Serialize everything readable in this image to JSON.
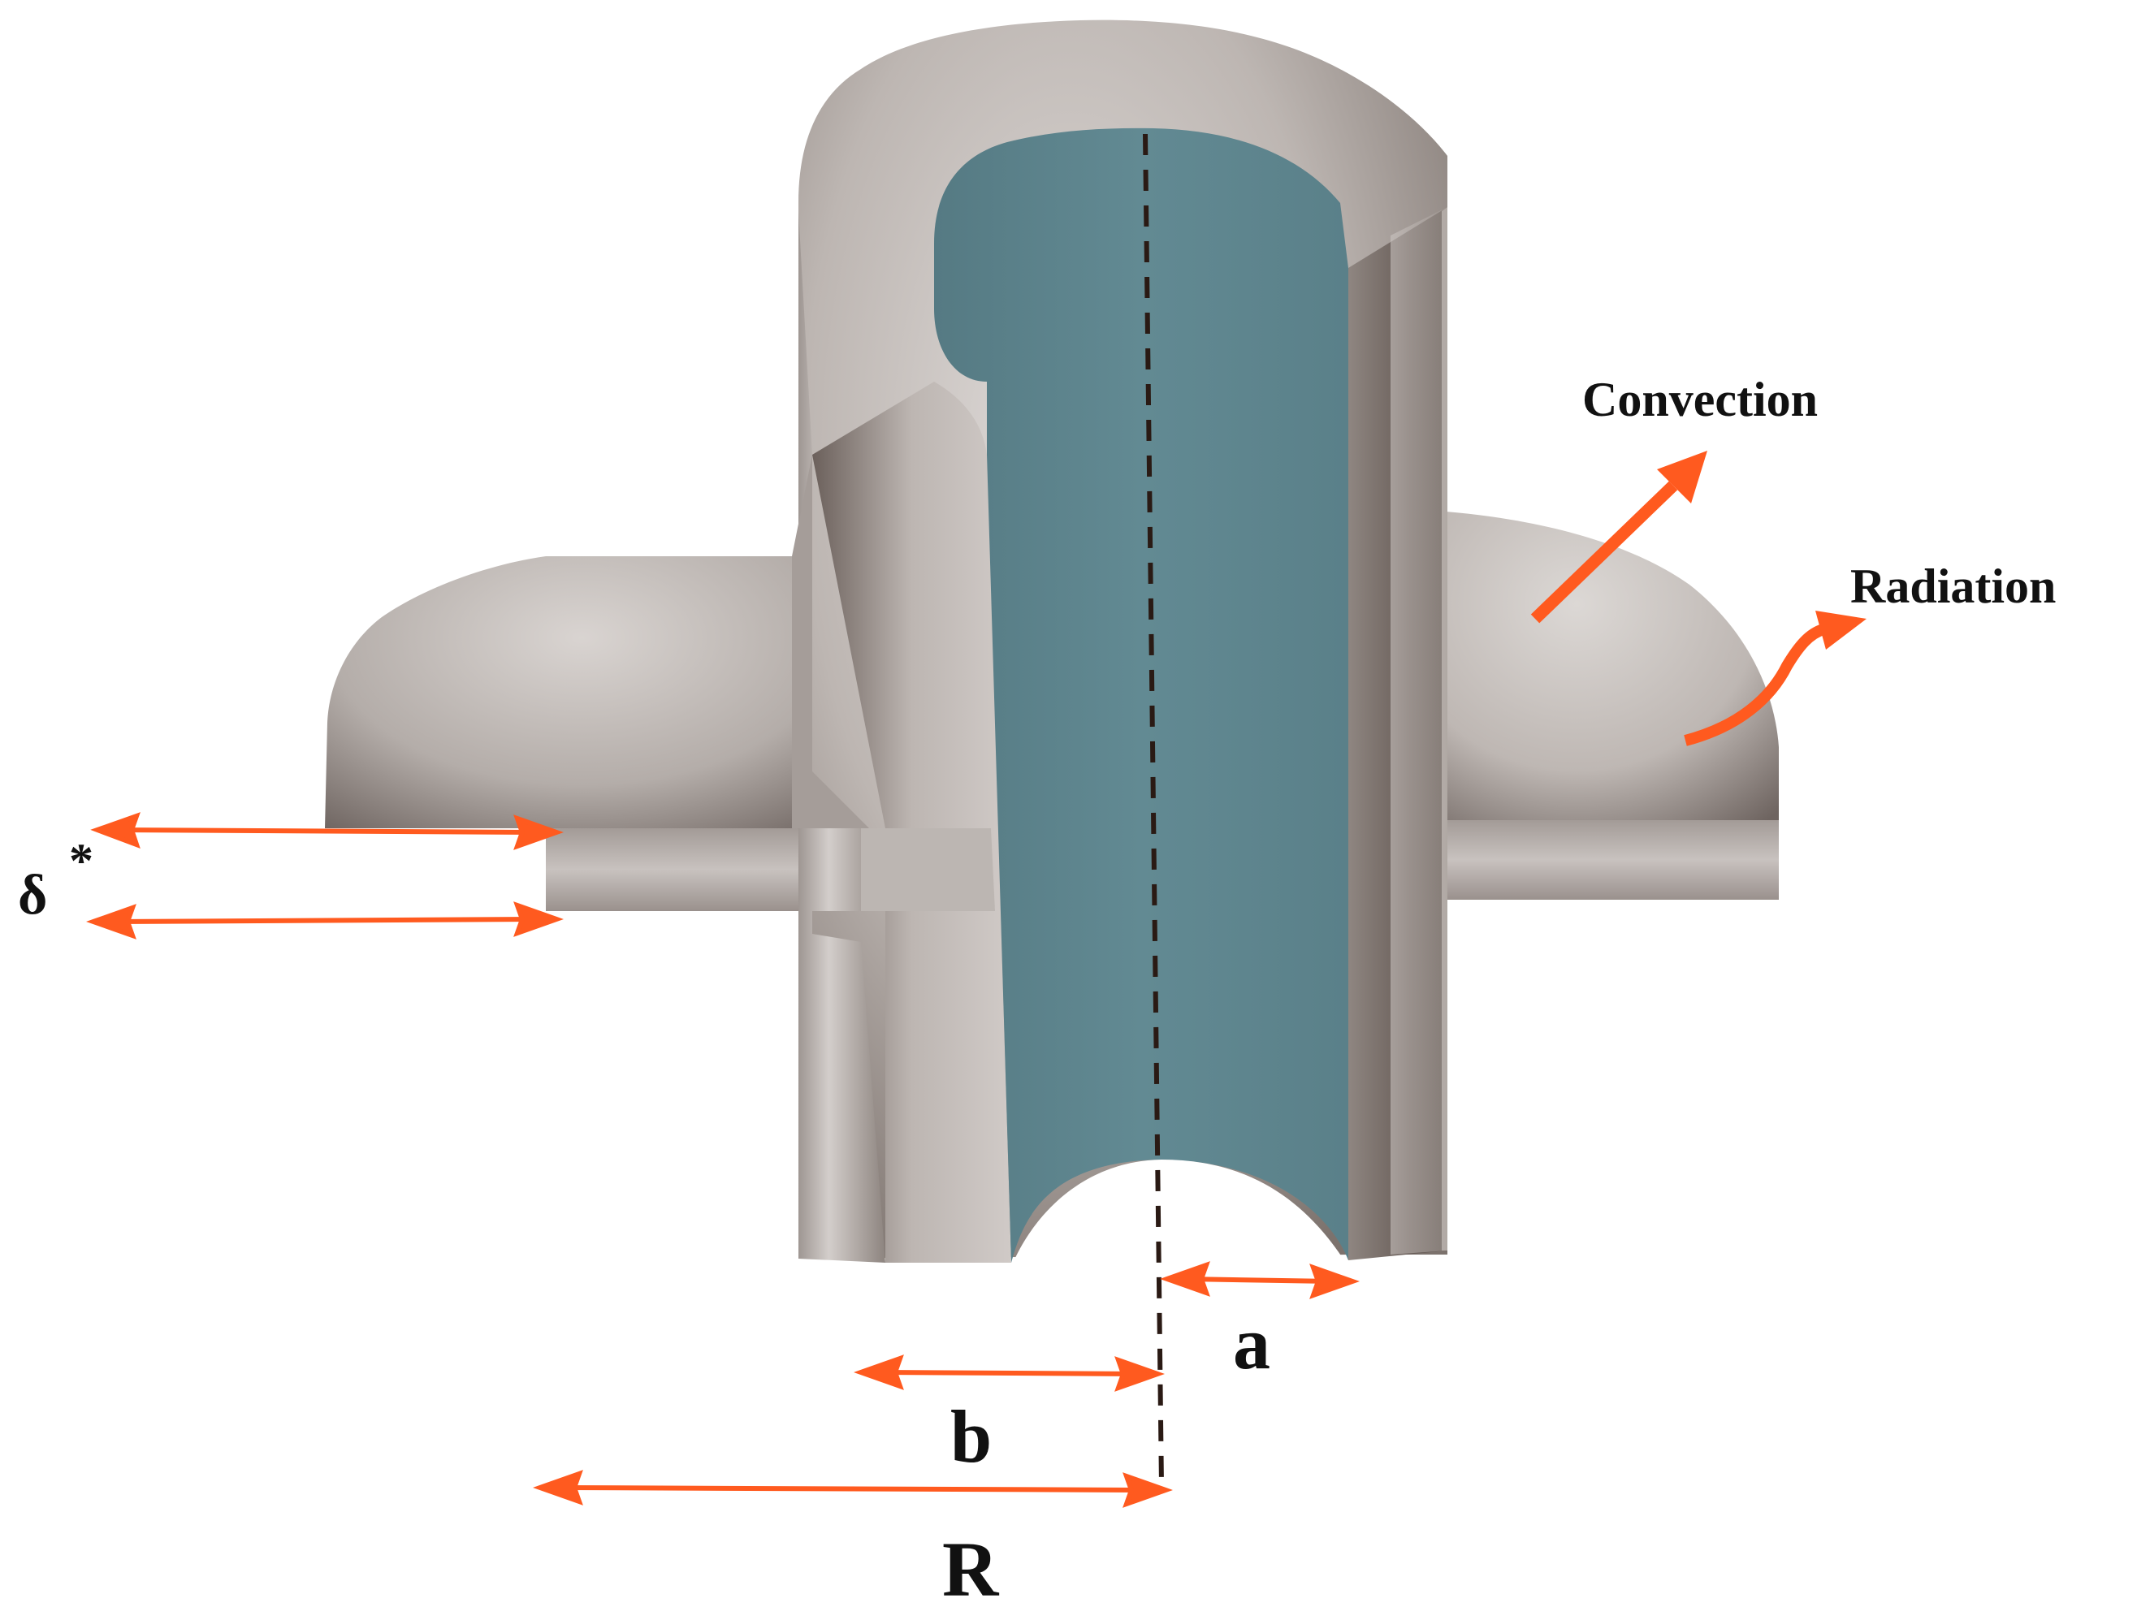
{
  "labels": {
    "delta": "δ",
    "delta_sup": "*",
    "a": "a",
    "b": "b",
    "R": "R",
    "convection": "Convection",
    "radiation": "Radiation"
  },
  "colors": {
    "arrow": "#FF5A1F",
    "fluid": "#5E8790",
    "fin_light": "#C9C3C0",
    "fin_dark": "#6F6560",
    "axis": "#2A1A14",
    "text": "#111111"
  }
}
